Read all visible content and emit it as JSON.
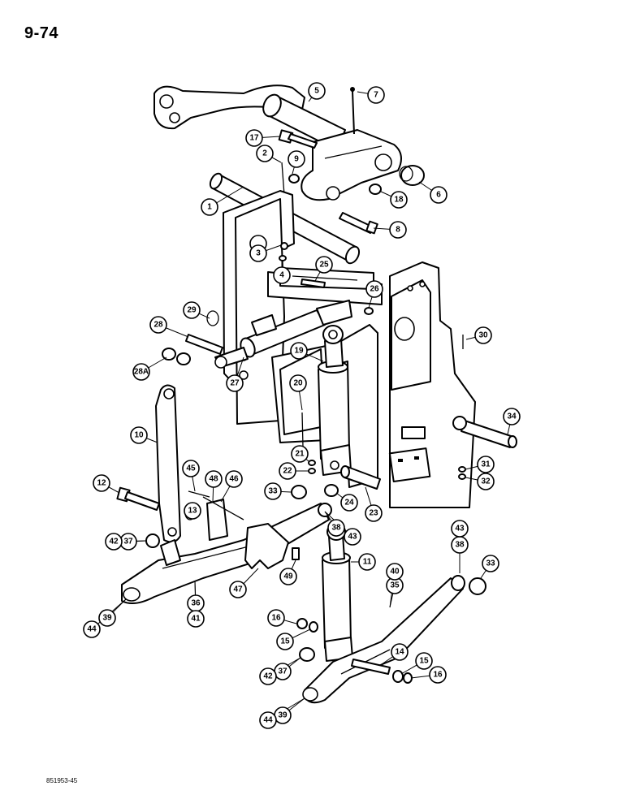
{
  "page": {
    "number": "9-74",
    "doc_code": "851953-45"
  },
  "callouts": [
    "1",
    "2",
    "3",
    "4",
    "5",
    "6",
    "7",
    "8",
    "9",
    "10",
    "11",
    "12",
    "13",
    "14",
    "15",
    "15",
    "16",
    "16",
    "17",
    "18",
    "19",
    "20",
    "21",
    "22",
    "23",
    "24",
    "25",
    "26",
    "27",
    "28",
    "28A",
    "29",
    "30",
    "31",
    "32",
    "33",
    "33",
    "34",
    "35",
    "36",
    "37",
    "37",
    "38",
    "38",
    "39",
    "39",
    "40",
    "41",
    "42",
    "42",
    "43",
    "43",
    "44",
    "44",
    "45",
    "46",
    "47",
    "48",
    "49"
  ]
}
